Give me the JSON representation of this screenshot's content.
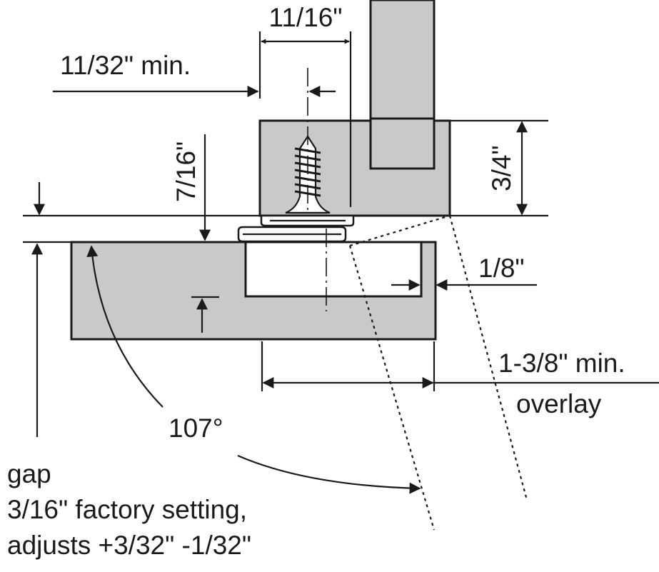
{
  "diagram": {
    "labels": {
      "cup_to_screw": "11/16\"",
      "edge_distance": "11/32\" min.",
      "plate_thickness": "7/16\"",
      "frame_thickness": "3/4\"",
      "reveal": "1/8\"",
      "overlay_line1": "1-3/8\" min.",
      "overlay_line2": "overlay",
      "opening_angle": "107°",
      "gap_line1": "gap",
      "gap_line2": "3/16\" factory setting,",
      "gap_line3": "adjusts +3/32\" -1/32\""
    },
    "colors": {
      "material": "#c9c9c9",
      "line": "#1a1a1a",
      "background": "#ffffff"
    }
  }
}
